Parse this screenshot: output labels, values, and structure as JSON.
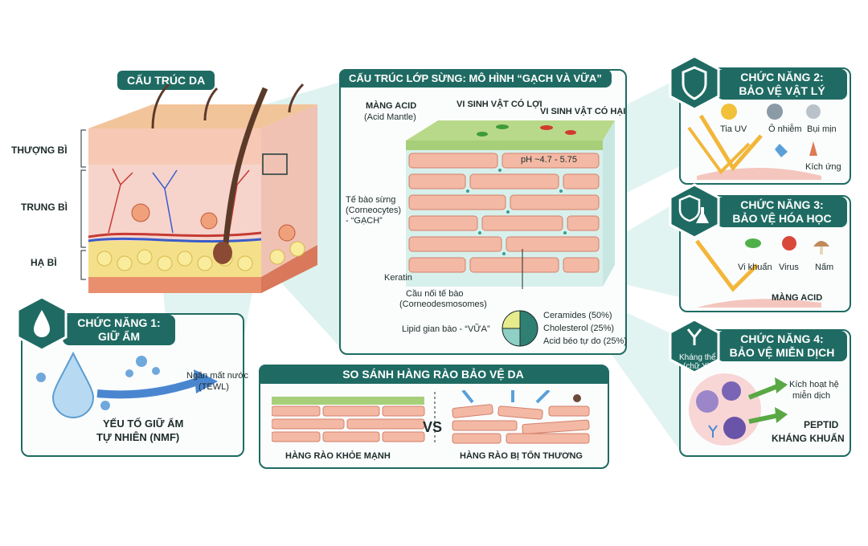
{
  "skin_structure": {
    "title": "CẤU TRÚC DA",
    "layers": [
      "THƯỢNG BÌ",
      "TRUNG BÌ",
      "HẠ BÌ"
    ]
  },
  "stratum": {
    "title": "CẤU TRÚC LỚP SỪNG: MÔ HÌNH “GẠCH VÀ VỮA”",
    "acid_mantle": "MÀNG ACID",
    "acid_mantle_en": "(Acid Mantle)",
    "good_microbes": "VI SINH VẬT CÓ LỢI",
    "bad_microbes": "VI SINH VẬT CÓ HẠI",
    "ph": "pH ~4.7 - 5.75",
    "corneocytes_1": "Tế bào sừng",
    "corneocytes_2": "(Corneocytes)",
    "corneocytes_3": "- “GẠCH”",
    "keratin": "Keratin",
    "desmo_1": "Cầu nối tế bào",
    "desmo_2": "(Corneodesmosomes)",
    "lipid": "Lipid gian bào - “VỮA”",
    "lipid_parts": [
      {
        "label": "Ceramides (50%)",
        "value": 50,
        "color": "#2f7f73"
      },
      {
        "label": "Cholesterol (25%)",
        "value": 25,
        "color": "#8fd0c4"
      },
      {
        "label": "Acid béo tự do (25%)",
        "value": 25,
        "color": "#e6ec8c"
      }
    ]
  },
  "func1": {
    "title_1": "CHỨC NĂNG 1:",
    "title_2": "GIỮ ẨM",
    "tewl_1": "Ngăn mất nước",
    "tewl_2": "(TEWL)",
    "nmf_1": "YẾU TỐ GIỮ ẨM",
    "nmf_2": "TỰ NHIÊN (NMF)"
  },
  "func2": {
    "title_1": "CHỨC NĂNG 2:",
    "title_2": "BẢO VỆ VẬT LÝ",
    "items": [
      "Tia UV",
      "Ô nhiễm",
      "Bụi mịn",
      "Kích ứng"
    ]
  },
  "func3": {
    "title_1": "CHỨC NĂNG 3:",
    "title_2": "BẢO VỆ HÓA HỌC",
    "items": [
      "Vi khuẩn",
      "Virus",
      "Nấm"
    ],
    "acid": "MÀNG ACID"
  },
  "func4": {
    "title_1": "CHỨC NĂNG 4:",
    "title_2": "BẢO VỆ MIỄN DỊCH",
    "antibody_1": "Kháng thể",
    "antibody_2": "(chữ Y)",
    "immune_1": "Kích hoạt hệ",
    "immune_2": "miễn dịch",
    "peptide_1": "PEPTID",
    "peptide_2": "KHÁNG KHUẨN"
  },
  "compare": {
    "title": "SO SÁNH HÀNG RÀO BẢO VỆ DA",
    "vs": "VS",
    "healthy": "HÀNG RÀO KHỎE MẠNH",
    "damaged": "HÀNG RÀO BỊ TỔN THƯƠNG"
  },
  "colors": {
    "accent": "#1f6b63",
    "teal_light": "#cdeae5",
    "skin": "#f4b9a6"
  }
}
